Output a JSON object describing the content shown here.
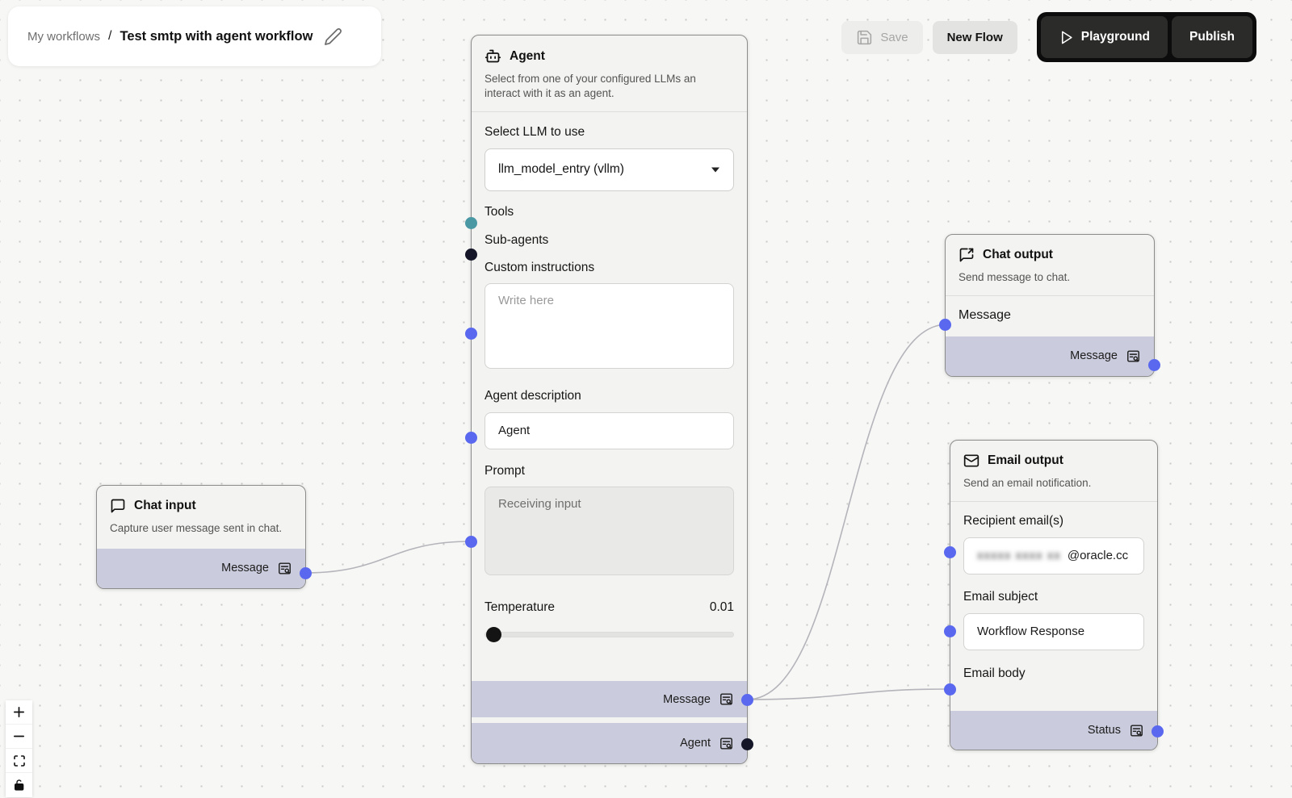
{
  "breadcrumb": {
    "section": "My workflows",
    "separator": "/",
    "title": "Test smtp with agent workflow"
  },
  "toolbar": {
    "save": "Save",
    "new_flow": "New Flow",
    "playground": "Playground",
    "publish": "Publish"
  },
  "colors": {
    "handle_blue": "#5968ee",
    "handle_teal": "#4b98a5",
    "handle_dark": "#151729",
    "edge": "#b4b4bb",
    "node_footer": "#caccdd",
    "dark_button_bg": "#2b2b29"
  },
  "nodes": {
    "chat_input": {
      "title": "Chat input",
      "description": "Capture user message sent in chat.",
      "output_label": "Message"
    },
    "agent": {
      "title": "Agent",
      "description": "Select from one of your configured LLMs an interact with it as an agent.",
      "llm_label": "Select LLM to use",
      "llm_value": "llm_model_entry (vllm)",
      "tools_label": "Tools",
      "subagents_label": "Sub-agents",
      "custom_instructions_label": "Custom instructions",
      "custom_instructions_placeholder": "Write here",
      "description_field_label": "Agent description",
      "description_field_value": "Agent",
      "prompt_label": "Prompt",
      "prompt_placeholder": "Receiving input",
      "temperature_label": "Temperature",
      "temperature_value": "0.01",
      "output_message_label": "Message",
      "output_agent_label": "Agent"
    },
    "chat_output": {
      "title": "Chat output",
      "description": "Send message to chat.",
      "input_label": "Message",
      "output_label": "Message"
    },
    "email_output": {
      "title": "Email output",
      "description": "Send an email notification.",
      "recipient_label": "Recipient email(s)",
      "recipient_redacted": "xxxxx xxxx xx",
      "recipient_visible": "@oracle.cc",
      "subject_label": "Email subject",
      "subject_value": "Workflow Response",
      "body_label": "Email body",
      "output_label": "Status"
    }
  }
}
